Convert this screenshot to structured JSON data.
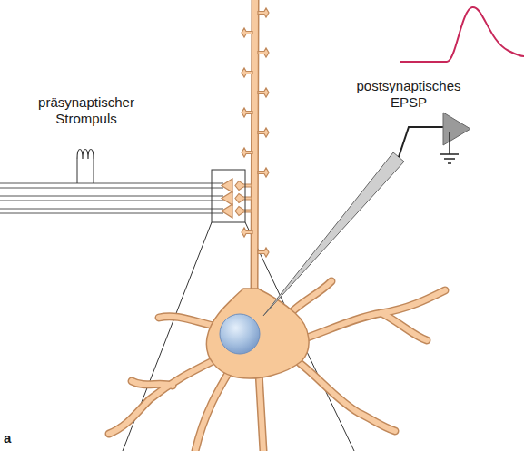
{
  "diagram": {
    "labels": [
      "präsynaptischer Strompuls",
      "postsynaptisches EPSP",
      "a"
    ]
  }
}
